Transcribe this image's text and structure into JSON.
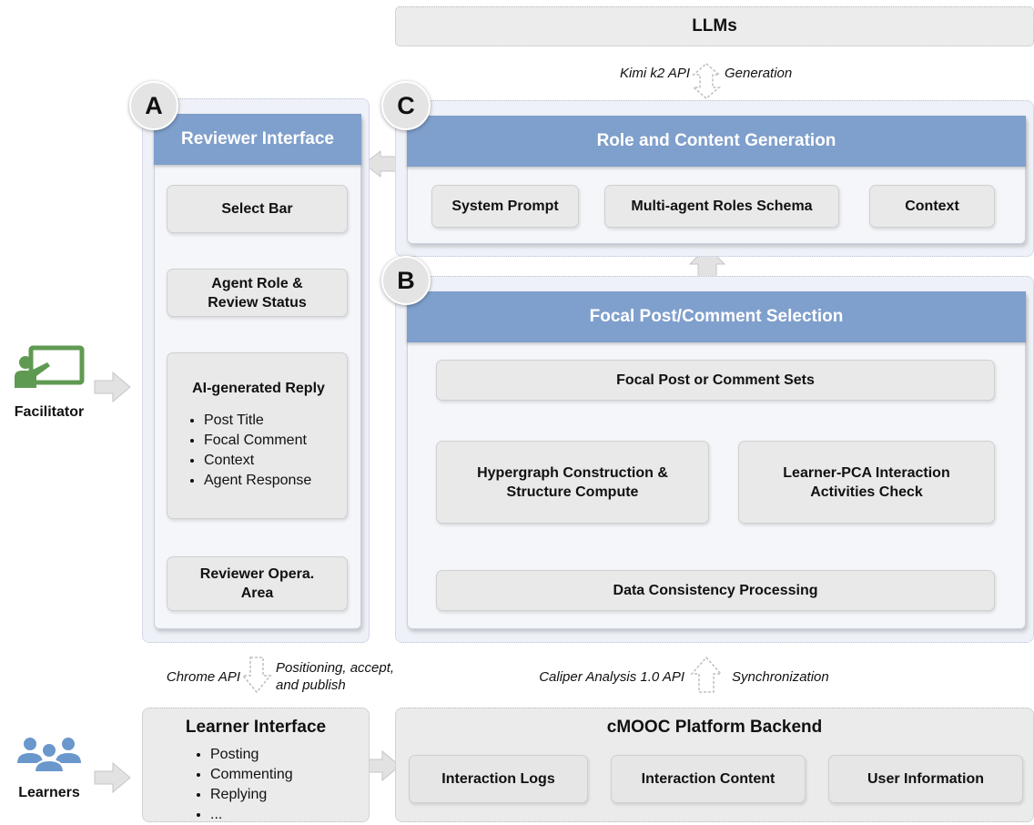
{
  "llms": {
    "label": "LLMs"
  },
  "api_top": {
    "left": "Kimi k2 API",
    "right": "Generation"
  },
  "reviewer": {
    "badge": "A",
    "title": "Reviewer Interface",
    "select_bar": "Select Bar",
    "agent_role_line1": "Agent Role &",
    "agent_role_line2": "Review Status",
    "ai_reply_title": "AI-generated Reply",
    "ai_reply_items": [
      "Post Title",
      "Focal Comment",
      "Context",
      "Agent Response"
    ],
    "opera_line1": "Reviewer Opera.",
    "opera_line2": "Area"
  },
  "generation": {
    "badge": "C",
    "title": "Role and Content Generation",
    "items": [
      "System Prompt",
      "Multi-agent Roles Schema",
      "Context"
    ]
  },
  "selection": {
    "badge": "B",
    "title": "Focal Post/Comment Selection",
    "focal_sets": "Focal Post or Comment Sets",
    "hypergraph_line1": "Hypergraph Construction &",
    "hypergraph_line2": "Structure Compute",
    "learner_pca_line1": "Learner-PCA Interaction",
    "learner_pca_line2": "Activities Check",
    "data_processing": "Data Consistency Processing"
  },
  "facilitator": {
    "label": "Facilitator"
  },
  "learners": {
    "label": "Learners"
  },
  "api_left": {
    "left": "Chrome API",
    "right_line1": "Positioning, accept,",
    "right_line2": "and publish"
  },
  "api_right": {
    "left": "Caliper Analysis 1.0 API",
    "right": "Synchronization"
  },
  "learner_interface": {
    "title": "Learner Interface",
    "items": [
      "Posting",
      "Commenting",
      "Replying",
      "..."
    ]
  },
  "backend": {
    "title": "cMOOC Platform Backend",
    "items": [
      "Interaction Logs",
      "Interaction Content",
      "User Information"
    ]
  },
  "colors": {
    "header_blue": "#7f9fcc",
    "region_blue": "#eef1f7",
    "box_gray": "#e9e9e9",
    "icon_green": "#5f9a52",
    "icon_blue": "#6a98cc"
  }
}
